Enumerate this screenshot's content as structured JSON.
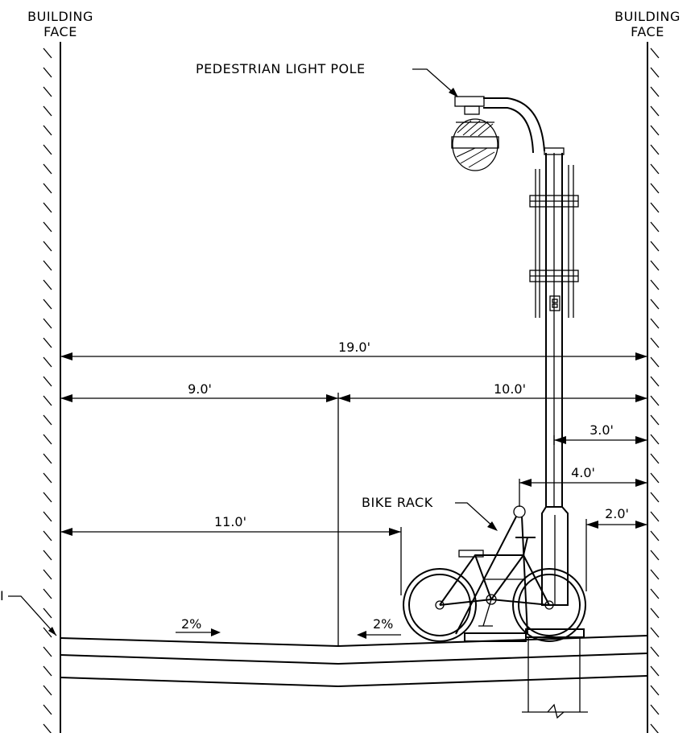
{
  "labels": {
    "building_face_left_1": "BUILDING",
    "building_face_left_2": "FACE",
    "building_face_right_1": "BUILDING",
    "building_face_right_2": "FACE",
    "light_pole": "PEDESTRIAN LIGHT POLE",
    "bike_rack": "BIKE RACK",
    "edge_fragment": "I"
  },
  "dimensions": {
    "total": "19.0'",
    "left_zone": "9.0'",
    "right_zone": "10.0'",
    "to_pole": "3.0'",
    "to_rack": "4.0'",
    "rack_offset": "2.0'",
    "walk_width": "11.0'"
  },
  "slopes": {
    "left": "2%",
    "right": "2%"
  }
}
